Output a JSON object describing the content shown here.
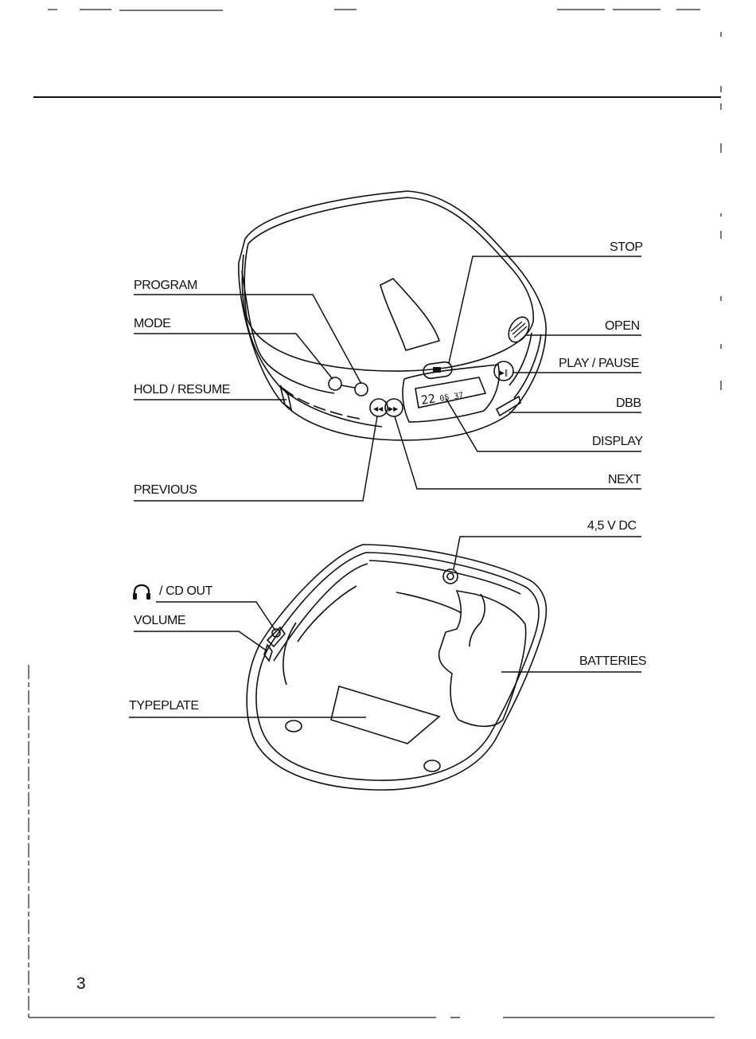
{
  "labels": {
    "stop": "STOP",
    "program": "PROGRAM",
    "mode": "MODE",
    "open": "OPEN",
    "play_pause": "PLAY / PAUSE",
    "hold_resume": "HOLD / RESUME",
    "dbb": "DBB",
    "display": "DISPLAY",
    "next": "NEXT",
    "previous": "PREVIOUS",
    "dc_in": "4,5 V DC",
    "cd_out": "/ CD OUT",
    "volume": "VOLUME",
    "batteries": "BATTERIES",
    "typeplate": "TYPEPLATE"
  },
  "display_readout": {
    "track": "22",
    "time": "05 37"
  },
  "page_number": "3",
  "icons": [
    "headphones-icon",
    "stop-icon",
    "play-pause-icon",
    "previous-icon",
    "next-icon",
    "dc-socket-icon"
  ]
}
